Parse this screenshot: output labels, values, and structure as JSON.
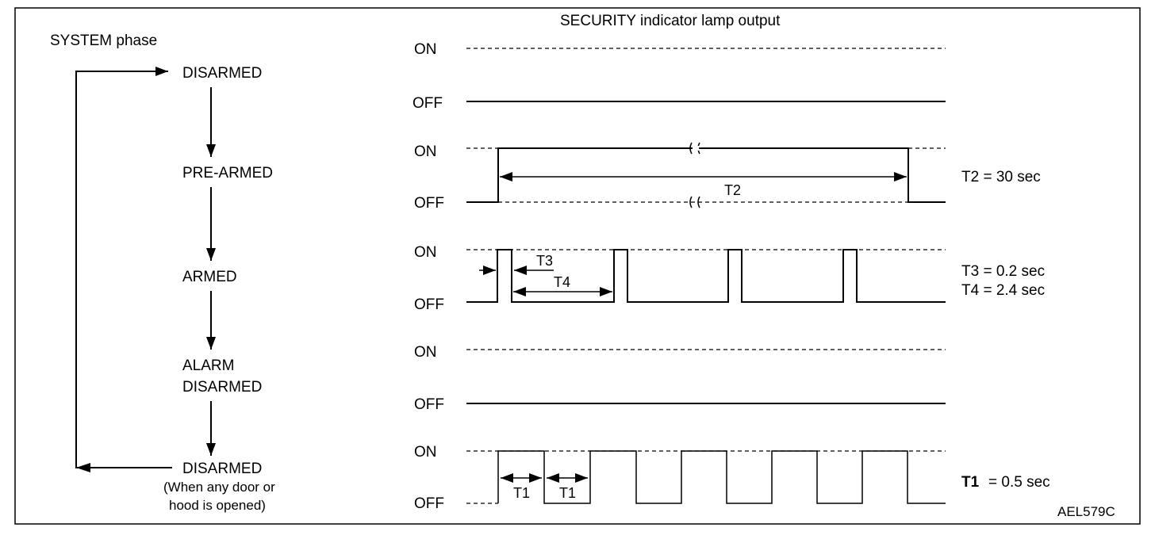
{
  "header": {
    "left_title": "SYSTEM phase",
    "right_title": "SECURITY indicator lamp output"
  },
  "phases": {
    "disarmed_top": "DISARMED",
    "pre_armed": "PRE-ARMED",
    "armed": "ARMED",
    "alarm_disarmed_line1": "ALARM",
    "alarm_disarmed_line2": "DISARMED",
    "disarmed_bottom": "DISARMED",
    "disarmed_bottom_note1": "(When any door or",
    "disarmed_bottom_note2": "hood is opened)"
  },
  "levels": {
    "on": "ON",
    "off": "OFF"
  },
  "timings": {
    "t1_label": "T1",
    "t2_label": "T2",
    "t3_label": "T3",
    "t4_label": "T4",
    "t1_value": "= 0.5 sec",
    "t2_value": "=  30 sec",
    "t3_value": "= 0.2 sec",
    "t4_value": "= 2.4 sec",
    "t2_note": "T2 = 30 sec",
    "t3_note": "T3 = 0.2 sec",
    "t4_note": "T4 = 2.4 sec"
  },
  "figure_id": "AEL579C"
}
